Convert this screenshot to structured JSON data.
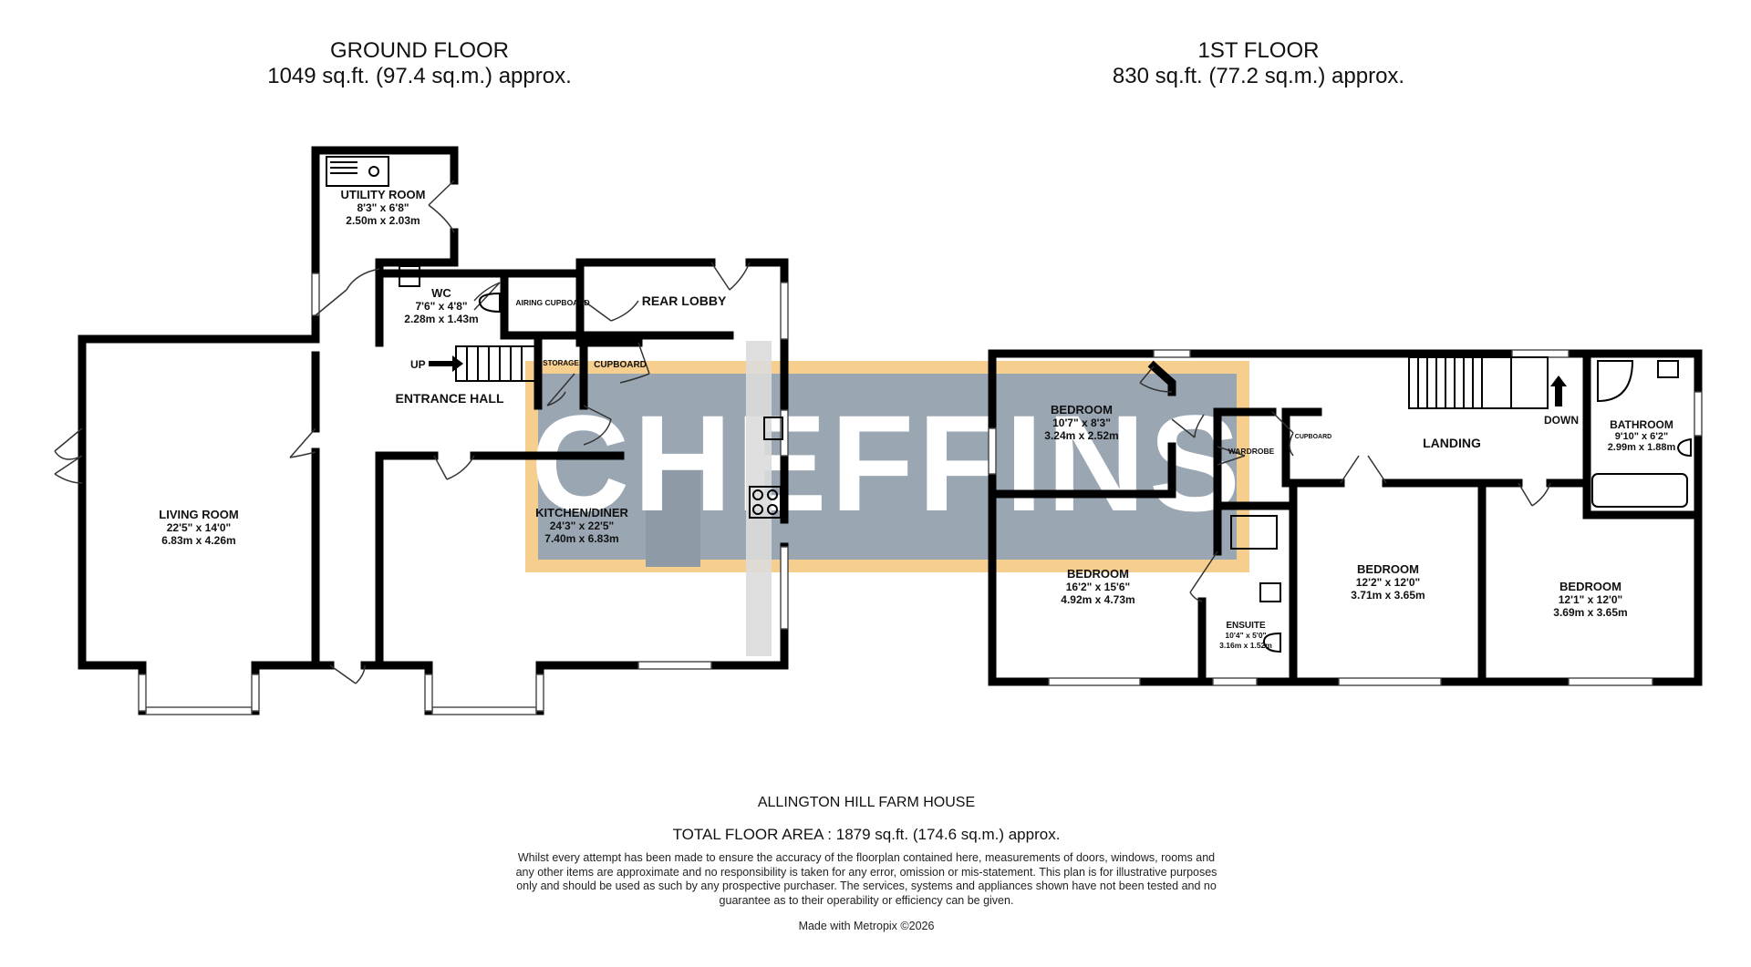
{
  "ground_floor": {
    "title": "GROUND FLOOR",
    "area": "1049 sq.ft. (97.4 sq.m.) approx.",
    "rooms": [
      {
        "name": "UTILITY ROOM",
        "imperial": "8'3\" x 6'8\"",
        "metric": "2.50m x 2.03m"
      },
      {
        "name": "WC",
        "imperial": "7'6\" x 4'8\"",
        "metric": "2.28m x 1.43m"
      },
      {
        "name": "AIRING CUPBOARD"
      },
      {
        "name": "REAR LOBBY"
      },
      {
        "name": "STORAGE"
      },
      {
        "name": "CUPBOARD"
      },
      {
        "name": "ENTRANCE HALL"
      },
      {
        "name": "LIVING ROOM",
        "imperial": "22'5\" x 14'0\"",
        "metric": "6.83m x 4.26m"
      },
      {
        "name": "KITCHEN/DINER",
        "imperial": "24'3\" x 22'5\"",
        "metric": "7.40m x 6.83m"
      }
    ],
    "stair_label": "UP"
  },
  "first_floor": {
    "title": "1ST FLOOR",
    "area": "830 sq.ft. (77.2 sq.m.) approx.",
    "rooms": [
      {
        "name": "BEDROOM",
        "imperial": "10'7\" x 8'3\"",
        "metric": "3.24m x 2.52m"
      },
      {
        "name": "WARDROBE"
      },
      {
        "name": "CUPBOARD"
      },
      {
        "name": "LANDING"
      },
      {
        "name": "BATHROOM",
        "imperial": "9'10\" x 6'2\"",
        "metric": "2.99m x 1.88m"
      },
      {
        "name": "BEDROOM",
        "imperial": "16'2\" x 15'6\"",
        "metric": "4.92m x 4.73m"
      },
      {
        "name": "ENSUITE",
        "imperial": "10'4\" x 5'0\"",
        "metric": "3.16m x 1.52m"
      },
      {
        "name": "BEDROOM",
        "imperial": "12'2\" x 12'0\"",
        "metric": "3.71m x 3.65m"
      },
      {
        "name": "BEDROOM",
        "imperial": "12'1\" x 12'0\"",
        "metric": "3.69m x 3.65m"
      }
    ],
    "stair_label": "DOWN"
  },
  "watermark": "CHEFFINS",
  "colors": {
    "watermark_box": "#9aa7b3",
    "watermark_border": "#f6cf8e",
    "walls": "#000000"
  },
  "footer": {
    "property_name": "ALLINGTON HILL FARM HOUSE",
    "total_area": "TOTAL FLOOR AREA : 1879 sq.ft. (174.6 sq.m.) approx.",
    "disclaimer": "Whilst every attempt has been made to ensure the accuracy of the floorplan contained here, measurements of doors, windows, rooms and any other items are approximate and no responsibility is taken for any error, omission or mis-statement. This plan is for illustrative purposes only and should be used as such by any prospective purchaser. The services, systems and appliances shown have not been tested and no guarantee as to their operability or efficiency can be given.",
    "made_with": "Made with Metropix ©2026"
  }
}
